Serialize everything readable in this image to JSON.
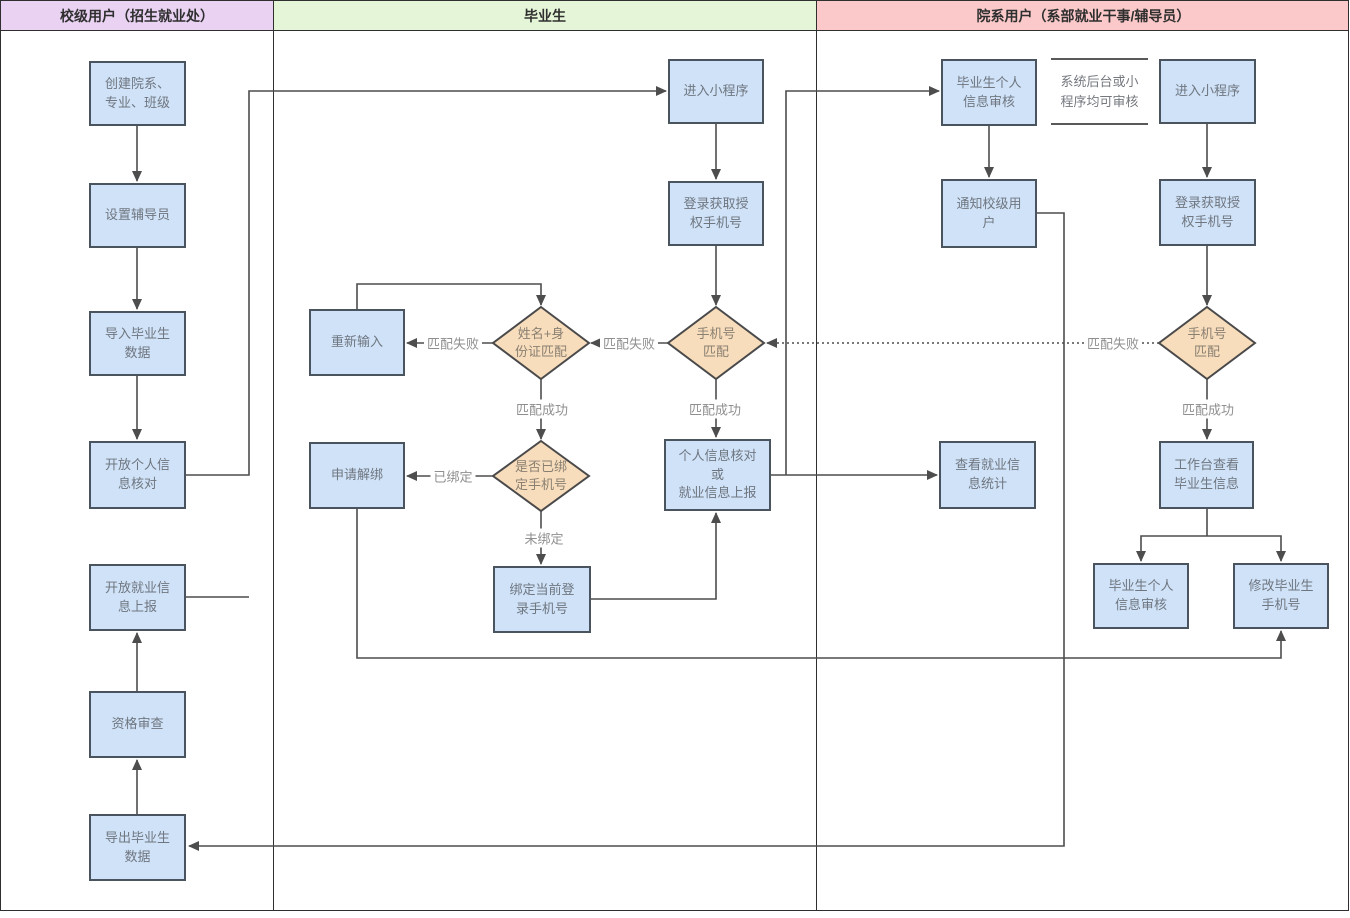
{
  "lanes": [
    {
      "label": "校级用户（招生就业处）",
      "color": "#e9d2f2"
    },
    {
      "label": "毕业生",
      "color": "#e5f6d8"
    },
    {
      "label": "院系用户（系部就业干事/辅导员）",
      "color": "#fbc9c9"
    }
  ],
  "nodes": {
    "create_org": {
      "text": "创建院系、\n专业、班级"
    },
    "set_counselor": {
      "text": "设置辅导员"
    },
    "import_grads": {
      "text": "导入毕业生\n数据"
    },
    "open_personal_check": {
      "text": "开放个人信\n息核对"
    },
    "open_employment_report": {
      "text": "开放就业信\n息上报"
    },
    "qualification_review": {
      "text": "资格审查"
    },
    "export_grads": {
      "text": "导出毕业生\n数据"
    },
    "reenter": {
      "text": "重新输入"
    },
    "apply_unbind": {
      "text": "申请解绑"
    },
    "enter_mini_grad": {
      "text": "进入小程序"
    },
    "login_auth_grad": {
      "text": "登录获取授\n权手机号"
    },
    "name_id_match": {
      "text": "姓名+身\n份证匹配"
    },
    "phone_match_grad": {
      "text": "手机号\n匹配"
    },
    "bind_check": {
      "text": "是否已绑\n定手机号"
    },
    "personal_or_employment": {
      "text": "个人信息核对\n或\n就业信息上报"
    },
    "bind_current_phone": {
      "text": "绑定当前登\n录手机号"
    },
    "grad_info_review_top": {
      "text": "毕业生个人\n信息审核"
    },
    "review_note": {
      "text": "系统后台或小\n程序均可审核"
    },
    "enter_mini_dept": {
      "text": "进入小程序"
    },
    "notify_school": {
      "text": "通知校级用\n户"
    },
    "login_auth_dept": {
      "text": "登录获取授\n权手机号"
    },
    "phone_match_dept": {
      "text": "手机号\n匹配"
    },
    "view_employment_stats": {
      "text": "查看就业信\n息统计"
    },
    "workbench_view": {
      "text": "工作台查看\n毕业生信息"
    },
    "grad_info_review_bottom": {
      "text": "毕业生个人\n信息审核"
    },
    "modify_grad_phone": {
      "text": "修改毕业生\n手机号"
    }
  },
  "edge_labels": {
    "fail_name_id": "匹配失败",
    "fail_phone_grad": "匹配失败",
    "fail_phone_dept": "匹配失败",
    "success_name_id": "匹配成功",
    "success_phone_grad": "匹配成功",
    "success_phone_dept": "匹配成功",
    "bound": "已绑定",
    "unbound": "未绑定"
  },
  "colors": {
    "process_fill": "#cfe2f7",
    "process_border": "#49545f",
    "decision_fill": "#f8ddbc",
    "decision_border": "#4a4a4a",
    "edge_line": "#4d4d4d",
    "lane_border": "#2f2f2f",
    "node_text": "#6f7680",
    "edge_label_text": "#8f8f8f"
  }
}
